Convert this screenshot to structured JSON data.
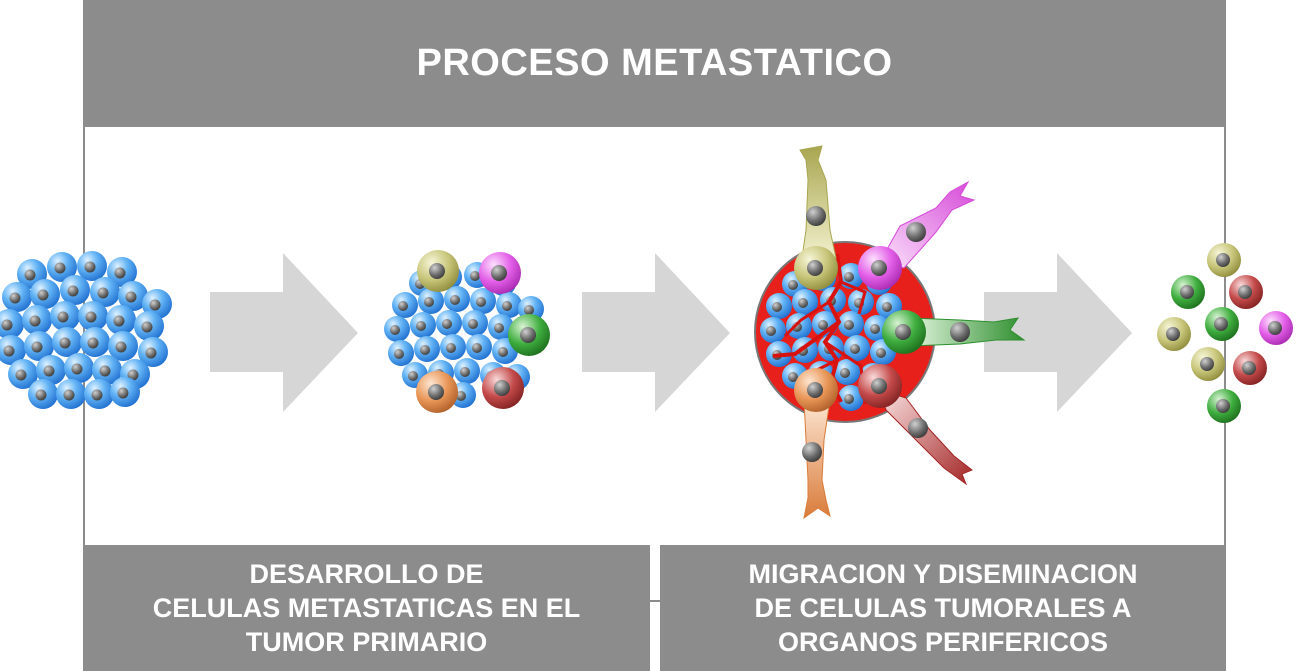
{
  "title": "PROCESO METASTATICO",
  "captions": {
    "left": [
      "DESARROLLO DE",
      "CELULAS METASTATICAS EN EL",
      "TUMOR PRIMARIO"
    ],
    "right": [
      "MIGRACION Y DISEMINACION",
      "DE CELULAS TUMORALES A",
      "ORGANOS PERIFERICOS"
    ]
  },
  "colors": {
    "bar": "#8c8c8c",
    "arrow": "#d6d6d6",
    "tumor_cell": "#5aa9f0",
    "cell_olive": "#c8c67a",
    "cell_magenta": "#e35ee8",
    "cell_green": "#3fae3f",
    "cell_orange": "#e99657",
    "cell_red": "#c44a4a",
    "vessel": "#e8201c"
  }
}
